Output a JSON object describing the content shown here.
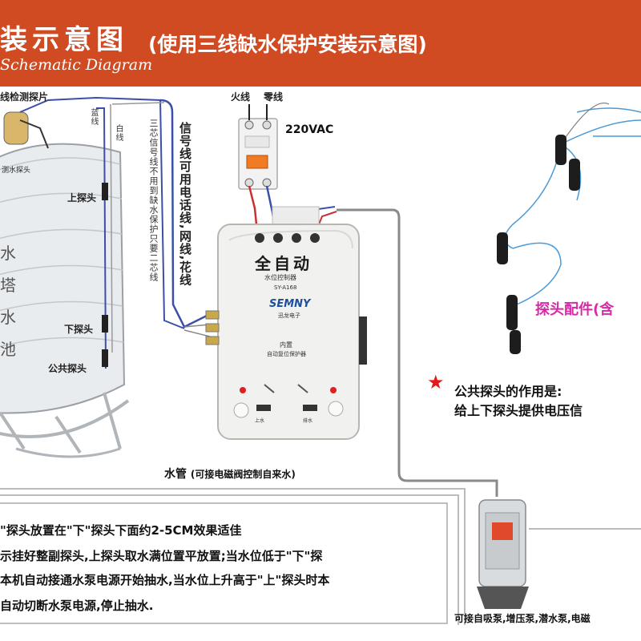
{
  "header": {
    "title_partial": "装示意图",
    "subtitle": "(使用三线缺水保护安装示意图)",
    "english_partial": "Schematic Diagram",
    "bg_color": "#d04a22"
  },
  "tank": {
    "probe_sheet_label": "线检测探片",
    "detect_probe_label": "测水探头",
    "blue_wire": "蓝线",
    "white_wire": "白线",
    "upper_probe": "上探头",
    "lower_probe": "下探头",
    "common_probe": "公共探头",
    "tank_text": "水塔水池"
  },
  "signal_notes": {
    "three_core": "三芯信号线不用到缺水保护只要二芯线",
    "signal_line": "信号线可用电话线,网线,花线"
  },
  "power": {
    "live_wire": "火线",
    "neutral_wire": "零线",
    "voltage": "220VAC"
  },
  "controller": {
    "title": "全自动",
    "subtitle": "水位控制器",
    "model": "SY-A168",
    "brand": "SEMNY",
    "brand_cn": "迅龙电子",
    "inner_label": "内置",
    "inner_desc": "自动复位保护器",
    "mode_left": "上水",
    "mode_right": "排水"
  },
  "pipe_note": {
    "main": "水管",
    "detail": "(可接电磁阀控制自来水)"
  },
  "probe_accessory": "探头配件(含",
  "common_probe_note": {
    "star": "★",
    "title": "公共探头的作用是:",
    "desc": "给上下探头提供电压信"
  },
  "instructions": [
    "\"探头放置在\"下\"探头下面约2-5CM效果适佳",
    "示挂好整副探头,上探头取水满位置平放置;当水位低于\"下\"探",
    "本机自动接通水泵电源开始抽水,当水位上升高于\"上\"探头时本",
    "自动切断水泵电源,停止抽水."
  ],
  "pump_note": "可接自吸泵,增压泵,潜水泵,电磁",
  "colors": {
    "wire_blue": "#3c4fa8",
    "wire_red": "#c83030",
    "pipe_gray": "#8a8a8a",
    "accent_pink": "#d82aa6",
    "star_red": "#e41a1a"
  }
}
